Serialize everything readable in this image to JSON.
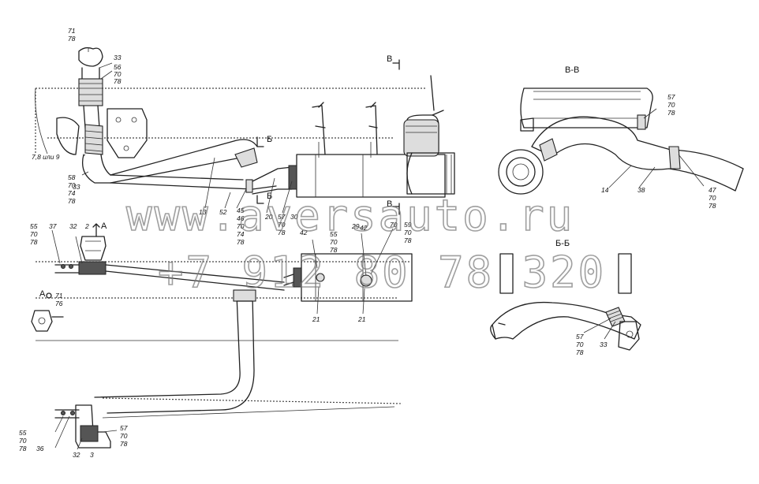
{
  "section_labels": {
    "bb_arrow": "Б",
    "bb_arrow2": "Б",
    "vv_arrow": "В",
    "vv_arrow2": "В",
    "a_arrow": "А",
    "a_view": "А",
    "vv_title": "В-В",
    "bb_title": "Б-Б"
  },
  "callouts": {
    "c71_78_top": [
      "71",
      "78"
    ],
    "c33_top": [
      "33"
    ],
    "c56_70_78": [
      "56",
      "70",
      "78"
    ],
    "c7_8": [
      "7,8 или 9"
    ],
    "c58_70_74_78": [
      "58",
      "70",
      "74",
      "78"
    ],
    "c33_left": [
      "33"
    ],
    "c13": [
      "13"
    ],
    "c52": [
      "52"
    ],
    "c45_46_70_74_78": [
      "45",
      "46",
      "70",
      "74",
      "78"
    ],
    "c20": [
      "20"
    ],
    "c57_70_78_mid": [
      "57",
      "70",
      "78"
    ],
    "c30": [
      "30"
    ],
    "c55_70_78_left": [
      "55",
      "70",
      "78"
    ],
    "c37": [
      "37"
    ],
    "c32_top": [
      "32"
    ],
    "c2": [
      "2"
    ],
    "c71_76": [
      "71",
      "76"
    ],
    "c42_mid": [
      "42"
    ],
    "c55_70_78_mid": [
      "55",
      "70",
      "78"
    ],
    "c29": [
      "29"
    ],
    "c42_right": [
      "42"
    ],
    "c70": [
      "70"
    ],
    "c59_70_78": [
      "59",
      "70",
      "78"
    ],
    "c21_left": [
      "21"
    ],
    "c21_right": [
      "21"
    ],
    "c57_70_78_vv": [
      "57",
      "70",
      "78"
    ],
    "c14": [
      "14"
    ],
    "c38": [
      "38"
    ],
    "c47_70_78": [
      "47",
      "70",
      "78"
    ],
    "c57_70_78_bb": [
      "57",
      "70",
      "78"
    ],
    "c33_bb": [
      "33"
    ],
    "c55_70_78_bot": [
      "55",
      "70",
      "78"
    ],
    "c36": [
      "36"
    ],
    "c32_bot": [
      "32"
    ],
    "c3": [
      "3"
    ],
    "c57_70_78_bot": [
      "57",
      "70",
      "78"
    ]
  },
  "watermark": {
    "line1": "www.aversauto.ru",
    "line2": "+7 912 80 78 320"
  }
}
